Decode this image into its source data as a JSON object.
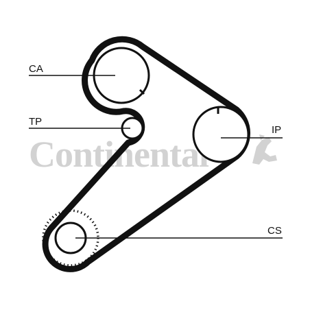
{
  "watermark": {
    "text": "Continental",
    "color": "#d2d2d2",
    "icon": "rearing-horse-icon"
  },
  "labels": {
    "ca": "CA",
    "tp": "TP",
    "ip": "IP",
    "cs": "CS"
  },
  "colors": {
    "belt": "#111111",
    "pulley": "#111111",
    "guide": "#111111",
    "dots": "#111111"
  }
}
